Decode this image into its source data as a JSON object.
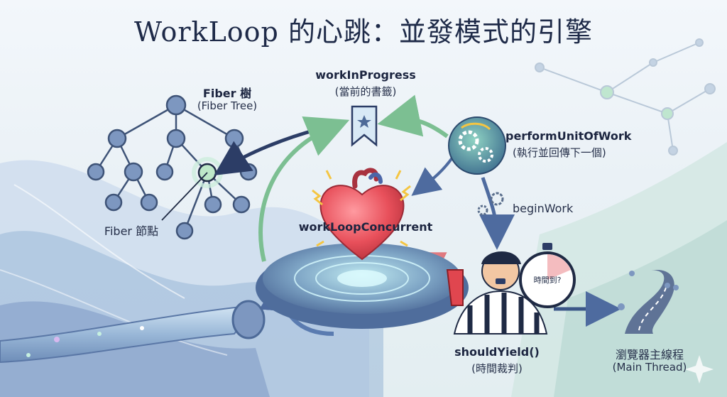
{
  "title": "WorkLoop 的心跳：並發模式的引擎",
  "fiber_tree": {
    "label": "Fiber 樹",
    "sublabel": "(Fiber Tree)"
  },
  "fiber_node": {
    "label": "Fiber 節點"
  },
  "work_in_progress": {
    "label": "workInProgress",
    "sublabel": "(當前的書籤)"
  },
  "perform_unit": {
    "label": "performUnitOfWork",
    "sublabel": "(執行並回傳下一個)"
  },
  "begin_work": {
    "label": "beginWork"
  },
  "work_loop": {
    "label": "workLoopConcurrent"
  },
  "timer": {
    "label": "時間到?"
  },
  "should_yield": {
    "label": "shouldYield()",
    "sublabel": "(時間裁判)"
  },
  "main_thread": {
    "label": "瀏覽器主線程",
    "sublabel": "(Main Thread)"
  },
  "colors": {
    "accent_green": "#86c79a",
    "heart": "#e8505b",
    "ink": "#1e2a48",
    "bookmark": "#cfe3f3"
  }
}
